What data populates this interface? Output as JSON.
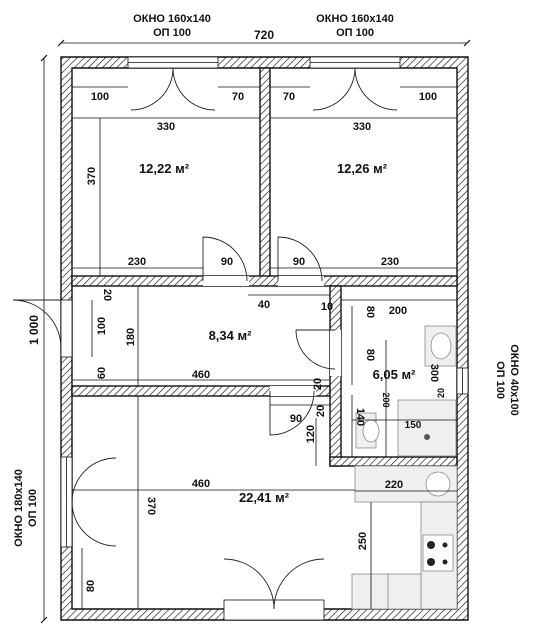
{
  "top_windows": [
    {
      "size": "ОКНО 160х140",
      "sill": "ОП 100"
    },
    {
      "size": "ОКНО 160х140",
      "sill": "ОП 100"
    }
  ],
  "left_window": {
    "size": "ОКНО 180х140",
    "sill": "ОП 100"
  },
  "right_window": {
    "size": "ОКНО 40х100",
    "sill": "ОП 100"
  },
  "overall": {
    "width": "720",
    "height": "1 000"
  },
  "rooms": {
    "bedroom_left": {
      "area": "12,22 м²"
    },
    "bedroom_right": {
      "area": "12,26 м²"
    },
    "hall": {
      "area": "8,34 м²"
    },
    "bathroom": {
      "area": "6,05 м²"
    },
    "kitchen_living": {
      "area": "22,41 м²"
    }
  },
  "dims": {
    "d100a": "100",
    "d70a": "70",
    "d70b": "70",
    "d100b": "100",
    "d330a": "330",
    "d330b": "330",
    "d370a": "370",
    "d230a": "230",
    "d90a": "90",
    "d90b": "90",
    "d230b": "230",
    "d40": "40",
    "d10": "10",
    "d20a": "20",
    "d100c": "100",
    "d180": "180",
    "d60": "60",
    "d460a": "460",
    "d80a": "80",
    "d200a": "200",
    "d80b": "80",
    "d300": "300",
    "d200b": "200",
    "d20b": "20",
    "d20c": "20",
    "d20d": "20",
    "d90c": "90",
    "d120": "120",
    "d140": "140",
    "d150": "150",
    "d220": "220",
    "d460b": "460",
    "d370b": "370",
    "d250": "250",
    "d80c": "80"
  }
}
